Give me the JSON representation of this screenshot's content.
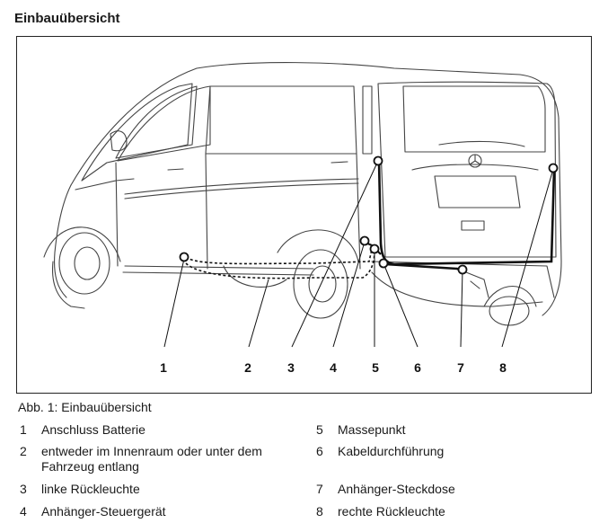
{
  "title": "Einbauübersicht",
  "figure": {
    "callouts": [
      "1",
      "2",
      "3",
      "4",
      "5",
      "6",
      "7",
      "8"
    ]
  },
  "caption": "Abb. 1: Einbauübersicht",
  "legend": [
    {
      "num": "1",
      "text": "Anschluss Batterie"
    },
    {
      "num": "2",
      "text": "entweder im Innenraum oder unter dem Fahrzeug entlang"
    },
    {
      "num": "3",
      "text": "linke Rückleuchte"
    },
    {
      "num": "4",
      "text": "Anhänger-Steuergerät"
    },
    {
      "num": "5",
      "text": "Massepunkt"
    },
    {
      "num": "6",
      "text": "Kabeldurchführung"
    },
    {
      "num": "7",
      "text": "Anhänger-Steckdose"
    },
    {
      "num": "8",
      "text": "rechte Rückleuchte"
    }
  ]
}
